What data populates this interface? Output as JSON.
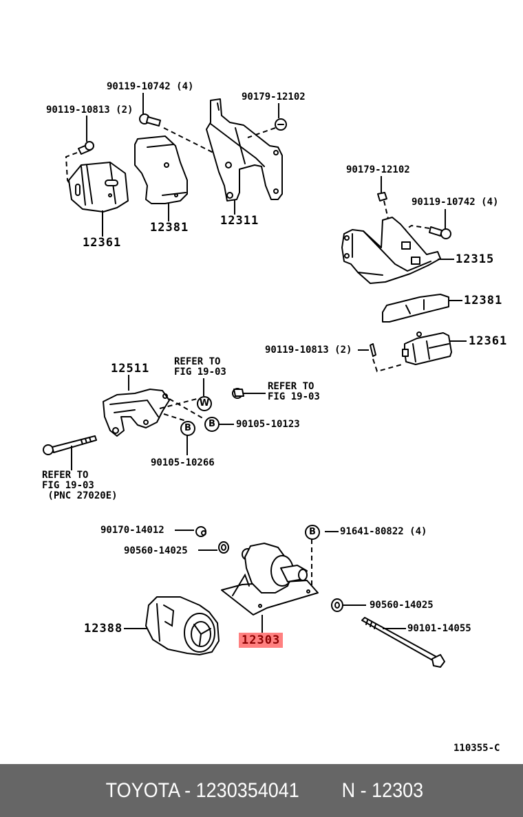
{
  "diagram": {
    "title": "Engine mounting parts diagram",
    "figure_code": "110355-C",
    "highlight_color": "#ff8080",
    "labels": {
      "p90119_10742_top": "90119-10742 (4)",
      "p90119_10813_top": "90119-10813 (2)",
      "p90179_12102_top": "90179-12102",
      "p12361_top": "12361",
      "p12381_top": "12381",
      "p12311": "12311",
      "p90179_12102_right": "90179-12102",
      "p90119_10742_right": "90119-10742 (4)",
      "p12315": "12315",
      "p12381_right": "12381",
      "p90119_10813_right": "90119-10813 (2)",
      "p12361_right": "12361",
      "p12511": "12511",
      "refer_w": "REFER TO\nFIG 19-03",
      "refer_nut": "REFER TO\nFIG 19-03",
      "p90105_10123": "90105-10123",
      "p90105_10266": "90105-10266",
      "refer_bolt": "REFER TO\nFIG 19-03\n (PNC 27020E)",
      "p90170_14012": "90170-14012",
      "p90560_14025_left": "90560-14025",
      "p91641_80822": "91641-80822 (4)",
      "p90560_14025_right": "90560-14025",
      "p90101_14055": "90101-14055",
      "p12388": "12388",
      "p12303": "12303"
    },
    "markers": {
      "w": "W",
      "b1": "B",
      "b2": "B",
      "b3": "B"
    }
  },
  "footer": {
    "brand": "TOYOTA - 1230354041",
    "part_ref": "N - 12303",
    "background": "#666666"
  }
}
